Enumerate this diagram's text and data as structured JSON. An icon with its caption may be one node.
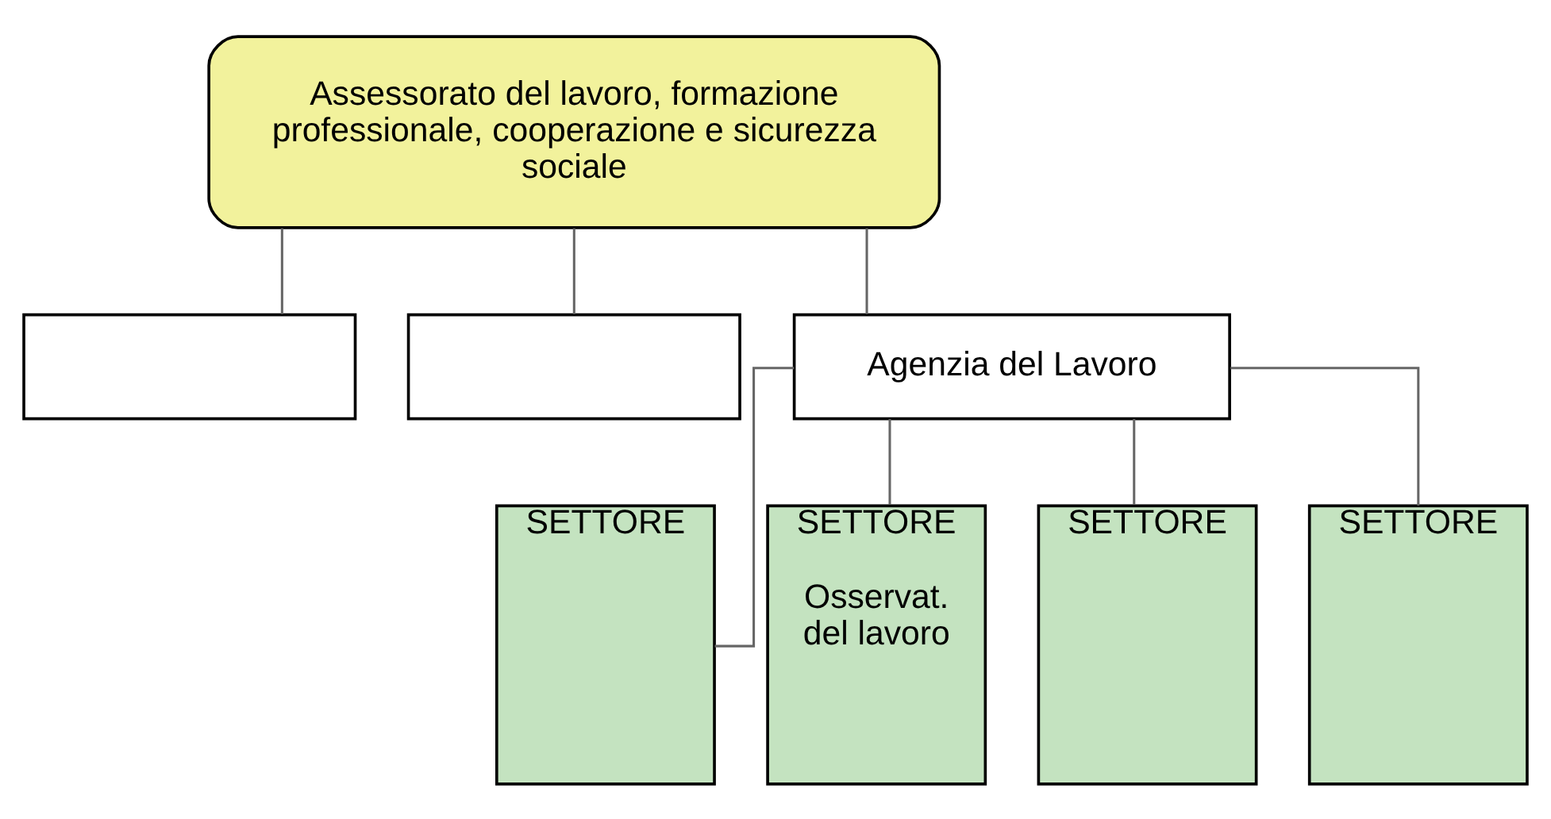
{
  "diagram": {
    "nodes": [
      {
        "text": [
          "Assessorato del lavoro, formazione professionale, cooperazione e sicurezza sociale"
        ]
      },
      {
        "text": [],
        "shape": "box"
      },
      {
        "text": [],
        "shape": "box"
      },
      {
        "text": [
          "Agenzia del Lavoro"
        ]
      },
      {
        "text": [
          "SETTORE"
        ]
      },
      {
        "text": [
          "SETTORE",
          "Osservat. del lavoro"
        ]
      },
      {
        "text": [
          "SETTORE"
        ]
      },
      {
        "text": [
          "SETTORE"
        ]
      }
    ],
    "edges": [
      {
        "from": 0,
        "to": 1,
        "arrow": "none"
      },
      {
        "from": 0,
        "to": 2,
        "arrow": "none"
      },
      {
        "from": 0,
        "to": 3,
        "arrow": "none"
      },
      {
        "from": 3,
        "to": 4,
        "arrow": "none"
      },
      {
        "from": 3,
        "to": 5,
        "arrow": "none"
      },
      {
        "from": 3,
        "to": 6,
        "arrow": "none"
      },
      {
        "from": 3,
        "to": 7,
        "arrow": "none"
      }
    ]
  }
}
